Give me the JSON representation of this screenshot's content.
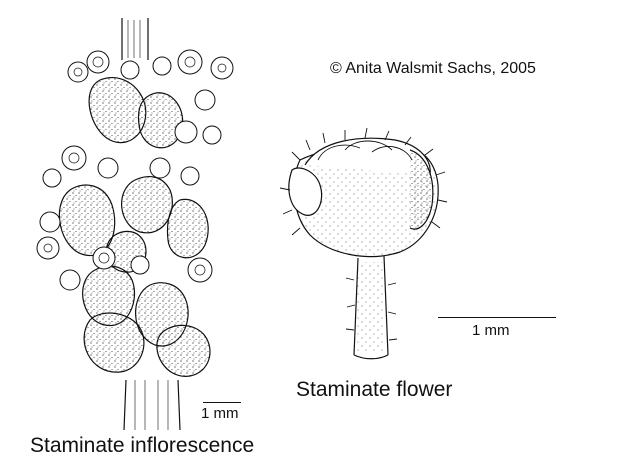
{
  "copyright": "© Anita Walsmit Sachs, 2005",
  "inflorescence": {
    "caption": "Staminate inflorescence",
    "scale_label": "1 mm"
  },
  "flower": {
    "caption": "Staminate flower",
    "scale_label": "1 mm"
  },
  "colors": {
    "ink": "#111111",
    "paper": "#ffffff"
  }
}
